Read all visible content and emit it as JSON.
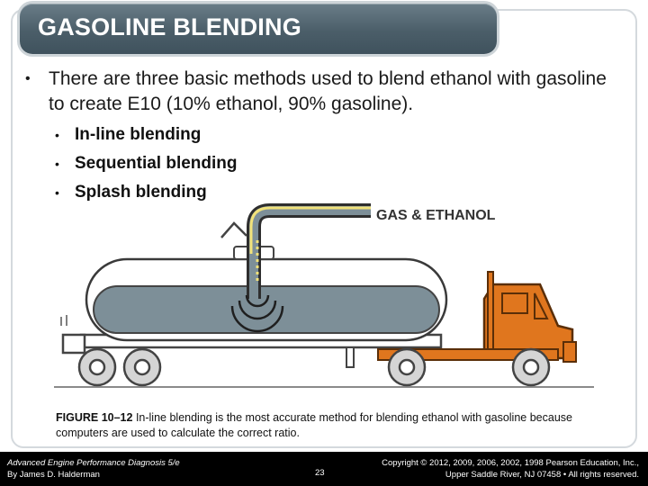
{
  "slide": {
    "title": "GASOLINE BLENDING",
    "bullet": "There are three basic methods used to blend ethanol with gasoline to create E10 (10% ethanol, 90% gasoline).",
    "bullet_marker": "•",
    "sub_items": [
      {
        "label": "In-line blending"
      },
      {
        "label": "Sequential blending"
      },
      {
        "label": "Splash blending"
      }
    ]
  },
  "figure": {
    "pipe_label": "GAS & ETHANOL",
    "caption_label": "FIGURE 10–12",
    "caption_text": " In-line blending is the most accurate method for blending ethanol with gasoline because computers are used to calculate the correct ratio."
  },
  "footer": {
    "book_title": "Advanced Engine Performance Diagnosis 5/e",
    "author": "By James D. Halderman",
    "page_number": "23",
    "copyright_line1": "Copyright © 2012, 2009, 2006, 2002, 1998 Pearson Education, Inc.,",
    "copyright_line2": "Upper Saddle River, NJ 07458 • All rights reserved."
  },
  "colors": {
    "title_bar": "#4b5e69",
    "truck_cab": "#e0761e",
    "tank_liquid": "#7d8f98",
    "footer_bg": "#000000"
  }
}
